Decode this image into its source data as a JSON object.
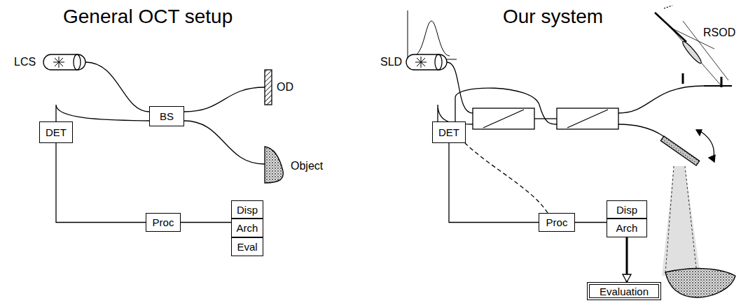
{
  "diagram": {
    "nodes": [
      {
        "text": [
          "BS"
        ]
      },
      {
        "text": [
          "DET"
        ]
      },
      {
        "text": [
          "Proc"
        ]
      },
      {
        "text": [
          "Disp"
        ]
      },
      {
        "text": [
          "Arch"
        ]
      },
      {
        "text": [
          "Eval"
        ]
      },
      {
        "text": [
          "DET"
        ]
      },
      {
        "text": [
          "Proc"
        ]
      },
      {
        "text": [
          "Disp"
        ]
      },
      {
        "text": [
          "Arch"
        ]
      },
      {
        "text": [
          "Evaluation"
        ]
      }
    ],
    "edges": [
      {
        "from": 1,
        "to": 2,
        "arrow": "none"
      },
      {
        "from": 2,
        "to": 4,
        "arrow": "none"
      },
      {
        "from": 6,
        "to": 7,
        "arrow": "none"
      },
      {
        "from": 7,
        "to": 9,
        "arrow": "none"
      },
      {
        "from": 9,
        "to": 10,
        "arrow": "to"
      }
    ],
    "labels": [
      "General OCT setup",
      "Our system",
      "LCS",
      "OD",
      "Object",
      "SLD",
      "RSOD"
    ]
  }
}
